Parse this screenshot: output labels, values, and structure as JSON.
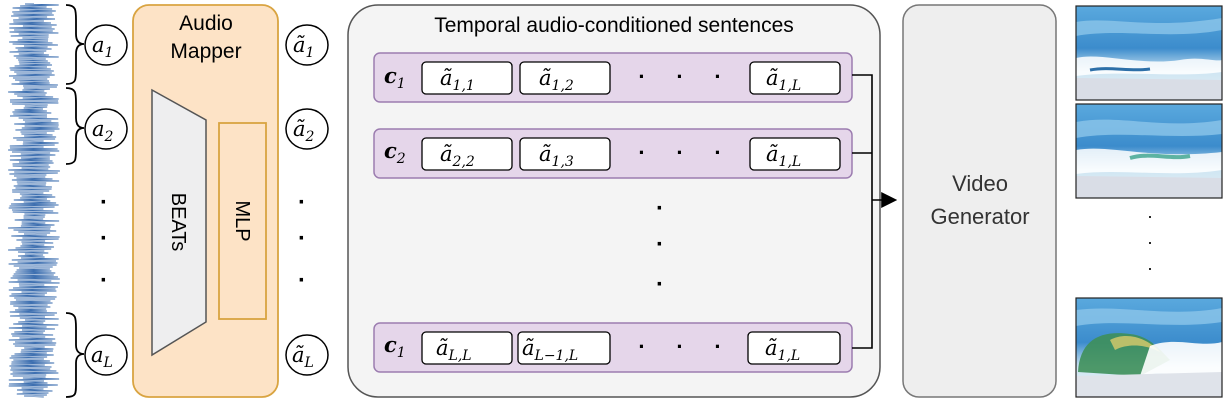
{
  "audio_mapper": {
    "title_line1": "Audio",
    "title_line2": "Mapper",
    "beats_label": "BEATs",
    "mlp_label": "MLP"
  },
  "audio_segments": [
    {
      "base": "a",
      "sub": "1"
    },
    {
      "base": "a",
      "sub": "2"
    },
    {
      "base": "a",
      "sub": "L"
    }
  ],
  "mapped_tokens": [
    {
      "base": "ã",
      "sub": "1"
    },
    {
      "base": "ã",
      "sub": "2"
    },
    {
      "base": "ã",
      "sub": "L"
    }
  ],
  "sentences_panel": {
    "title": "Temporal audio-conditioned sentences",
    "rows": [
      {
        "cond_base": "c",
        "cond_sub": "1",
        "tokens": [
          {
            "base": "ã",
            "sub": "1,1"
          },
          {
            "base": "ã",
            "sub": "1,2"
          },
          {
            "base": "ã",
            "sub": "1,L"
          }
        ]
      },
      {
        "cond_base": "c",
        "cond_sub": "2",
        "tokens": [
          {
            "base": "ã",
            "sub": "2,2"
          },
          {
            "base": "ã",
            "sub": "1,3"
          },
          {
            "base": "ã",
            "sub": "1,L"
          }
        ]
      },
      {
        "cond_base": "c",
        "cond_sub": "1",
        "tokens": [
          {
            "base": "ã",
            "sub": "L,L"
          },
          {
            "base": "ã",
            "sub": "L−1,L"
          },
          {
            "base": "ã",
            "sub": "1,L"
          }
        ]
      }
    ]
  },
  "video_generator": {
    "label_line1": "Video",
    "label_line2": "Generator"
  },
  "ellipsis_dot": "·",
  "colors": {
    "waveform": "#3d6fb0",
    "mapper_fill": "#fde3c6",
    "mapper_stroke": "#d9a441",
    "beats_fill": "#eeeeef",
    "row_fill": "#e5d6ea",
    "row_stroke": "#9c7db0",
    "panel_fill": "#f4f4f4",
    "panel_stroke": "#555555"
  }
}
